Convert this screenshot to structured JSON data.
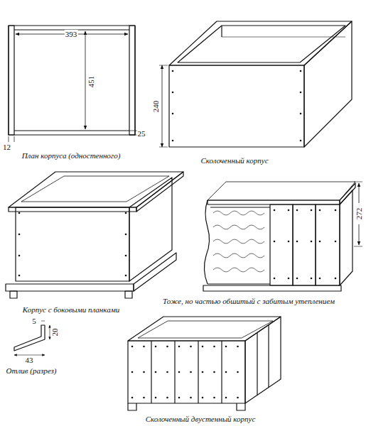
{
  "diagram": {
    "labels": [
      "393",
      "451",
      "12",
      "25",
      "План корпуса (одностенного)",
      "240",
      "Сколоченный корпус",
      "Корпус с боковыми планками",
      "Тоже, но частью обшитый с забитым утеплением",
      "272",
      "5",
      "20",
      "43",
      "Отлив (разрез)",
      "Сколоченный двустенный корпус"
    ]
  }
}
